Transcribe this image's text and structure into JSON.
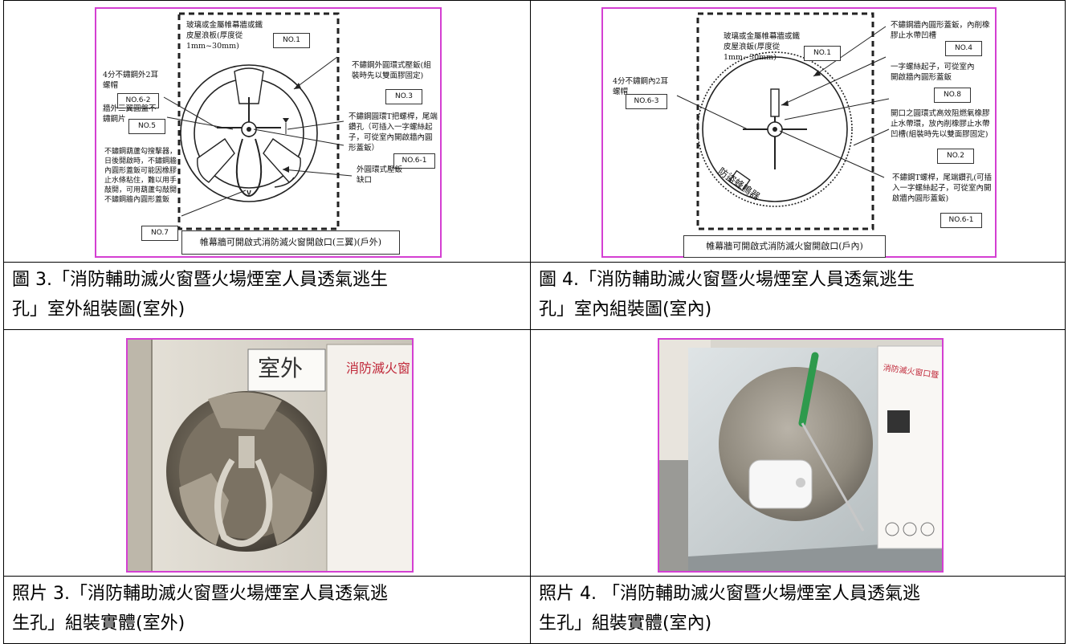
{
  "fig3": {
    "glass_label": "玻璃或金屬帷幕牆或鐵皮屋浪板(厚度從1mm~30mm)",
    "no1": "NO.1",
    "nut_label": "4分不鏽鋼外2耳螺帽",
    "no62": "NO.6-2",
    "ring_label": "不鏽鋼外圓環式壓鈑(組裝時先以雙面膠固定)",
    "no3": "NO.3",
    "blade_label": "牆外三翼圓盤不鏽鋼片",
    "no5": "NO.5",
    "tbolt_label": "不鏽鋼圓環T把螺桿，尾端鑽孔（可插入一字螺絲起子，可從室內開啟牆內圓形蓋鈑）",
    "no61": "NO.6-1",
    "hook_label": "不鏽鋼葫蘆勾搜擊器，日後開啟時，不鏽鋼牆內圓形蓋鈑可能因橡膠止水條粘住，難以用手敲開，可用葫蘆勾敲開不鏽鋼牆內圓形蓋鈑",
    "no7": "NO.7",
    "gap_label": "外圓環式壓鈑缺口",
    "title": "帷幕牆可開啟式消防滅火窗開啟口(三翼)(戶外)"
  },
  "fig4": {
    "glass_label": "玻璃或金屬帷幕牆或鐵皮屋浪鈑(厚度從1mm~30mm)",
    "no1": "NO.1",
    "nut_label": "4分不鏽鋼內2耳螺帽",
    "no63": "NO.6-3",
    "cover_label": "不鏽鋼牆內圓形蓋鈑，內削橡膠止水帶凹槽",
    "no4": "NO.4",
    "driver_label": "一字螺絲起子，可從室內開啟牆內圓形蓋鈑",
    "no8": "NO.8",
    "seal_label": "開口之圓環式高效阻燃氣橡膠止水帶環，放內削橡膠止水帶凹槽(組裝時先以雙面膠固定)",
    "no2": "NO.2",
    "tbolt_label": "不鏽鋼T螺桿，尾端鑽孔(可插入一字螺絲起子，可從室內開啟牆內圓形蓋鈑)",
    "no61": "NO.6-1",
    "disc_text": "防盜蜂鳴器",
    "title": "帷幕牆可開啟式消防滅火窗開啟口(戶內)"
  },
  "captions": {
    "fig3_line1": "圖 3.「消防輔助滅火窗暨火場煙室人員透氣逃生",
    "fig3_line2": "孔」室外組裝圖(室外)",
    "fig4_line1": "圖  4.「消防輔助滅火窗暨火場煙室人員透氣逃生",
    "fig4_line2": "孔」室內組裝圖(室內)",
    "photo3_line1": "照片 3.「消防輔助滅火窗暨火場煙室人員透氣逃",
    "photo3_line2": "生孔」組裝實體(室外)",
    "photo4_line1": "照片  4.  「消防輔助滅火窗暨火場煙室人員透氣逃",
    "photo4_line2": "生孔」組裝實體(室內)"
  },
  "photo3": {
    "sign_text": "室外",
    "poster_text": "消防滅火窗"
  },
  "photo4": {
    "poster_text": "消防滅火窗口暨"
  }
}
